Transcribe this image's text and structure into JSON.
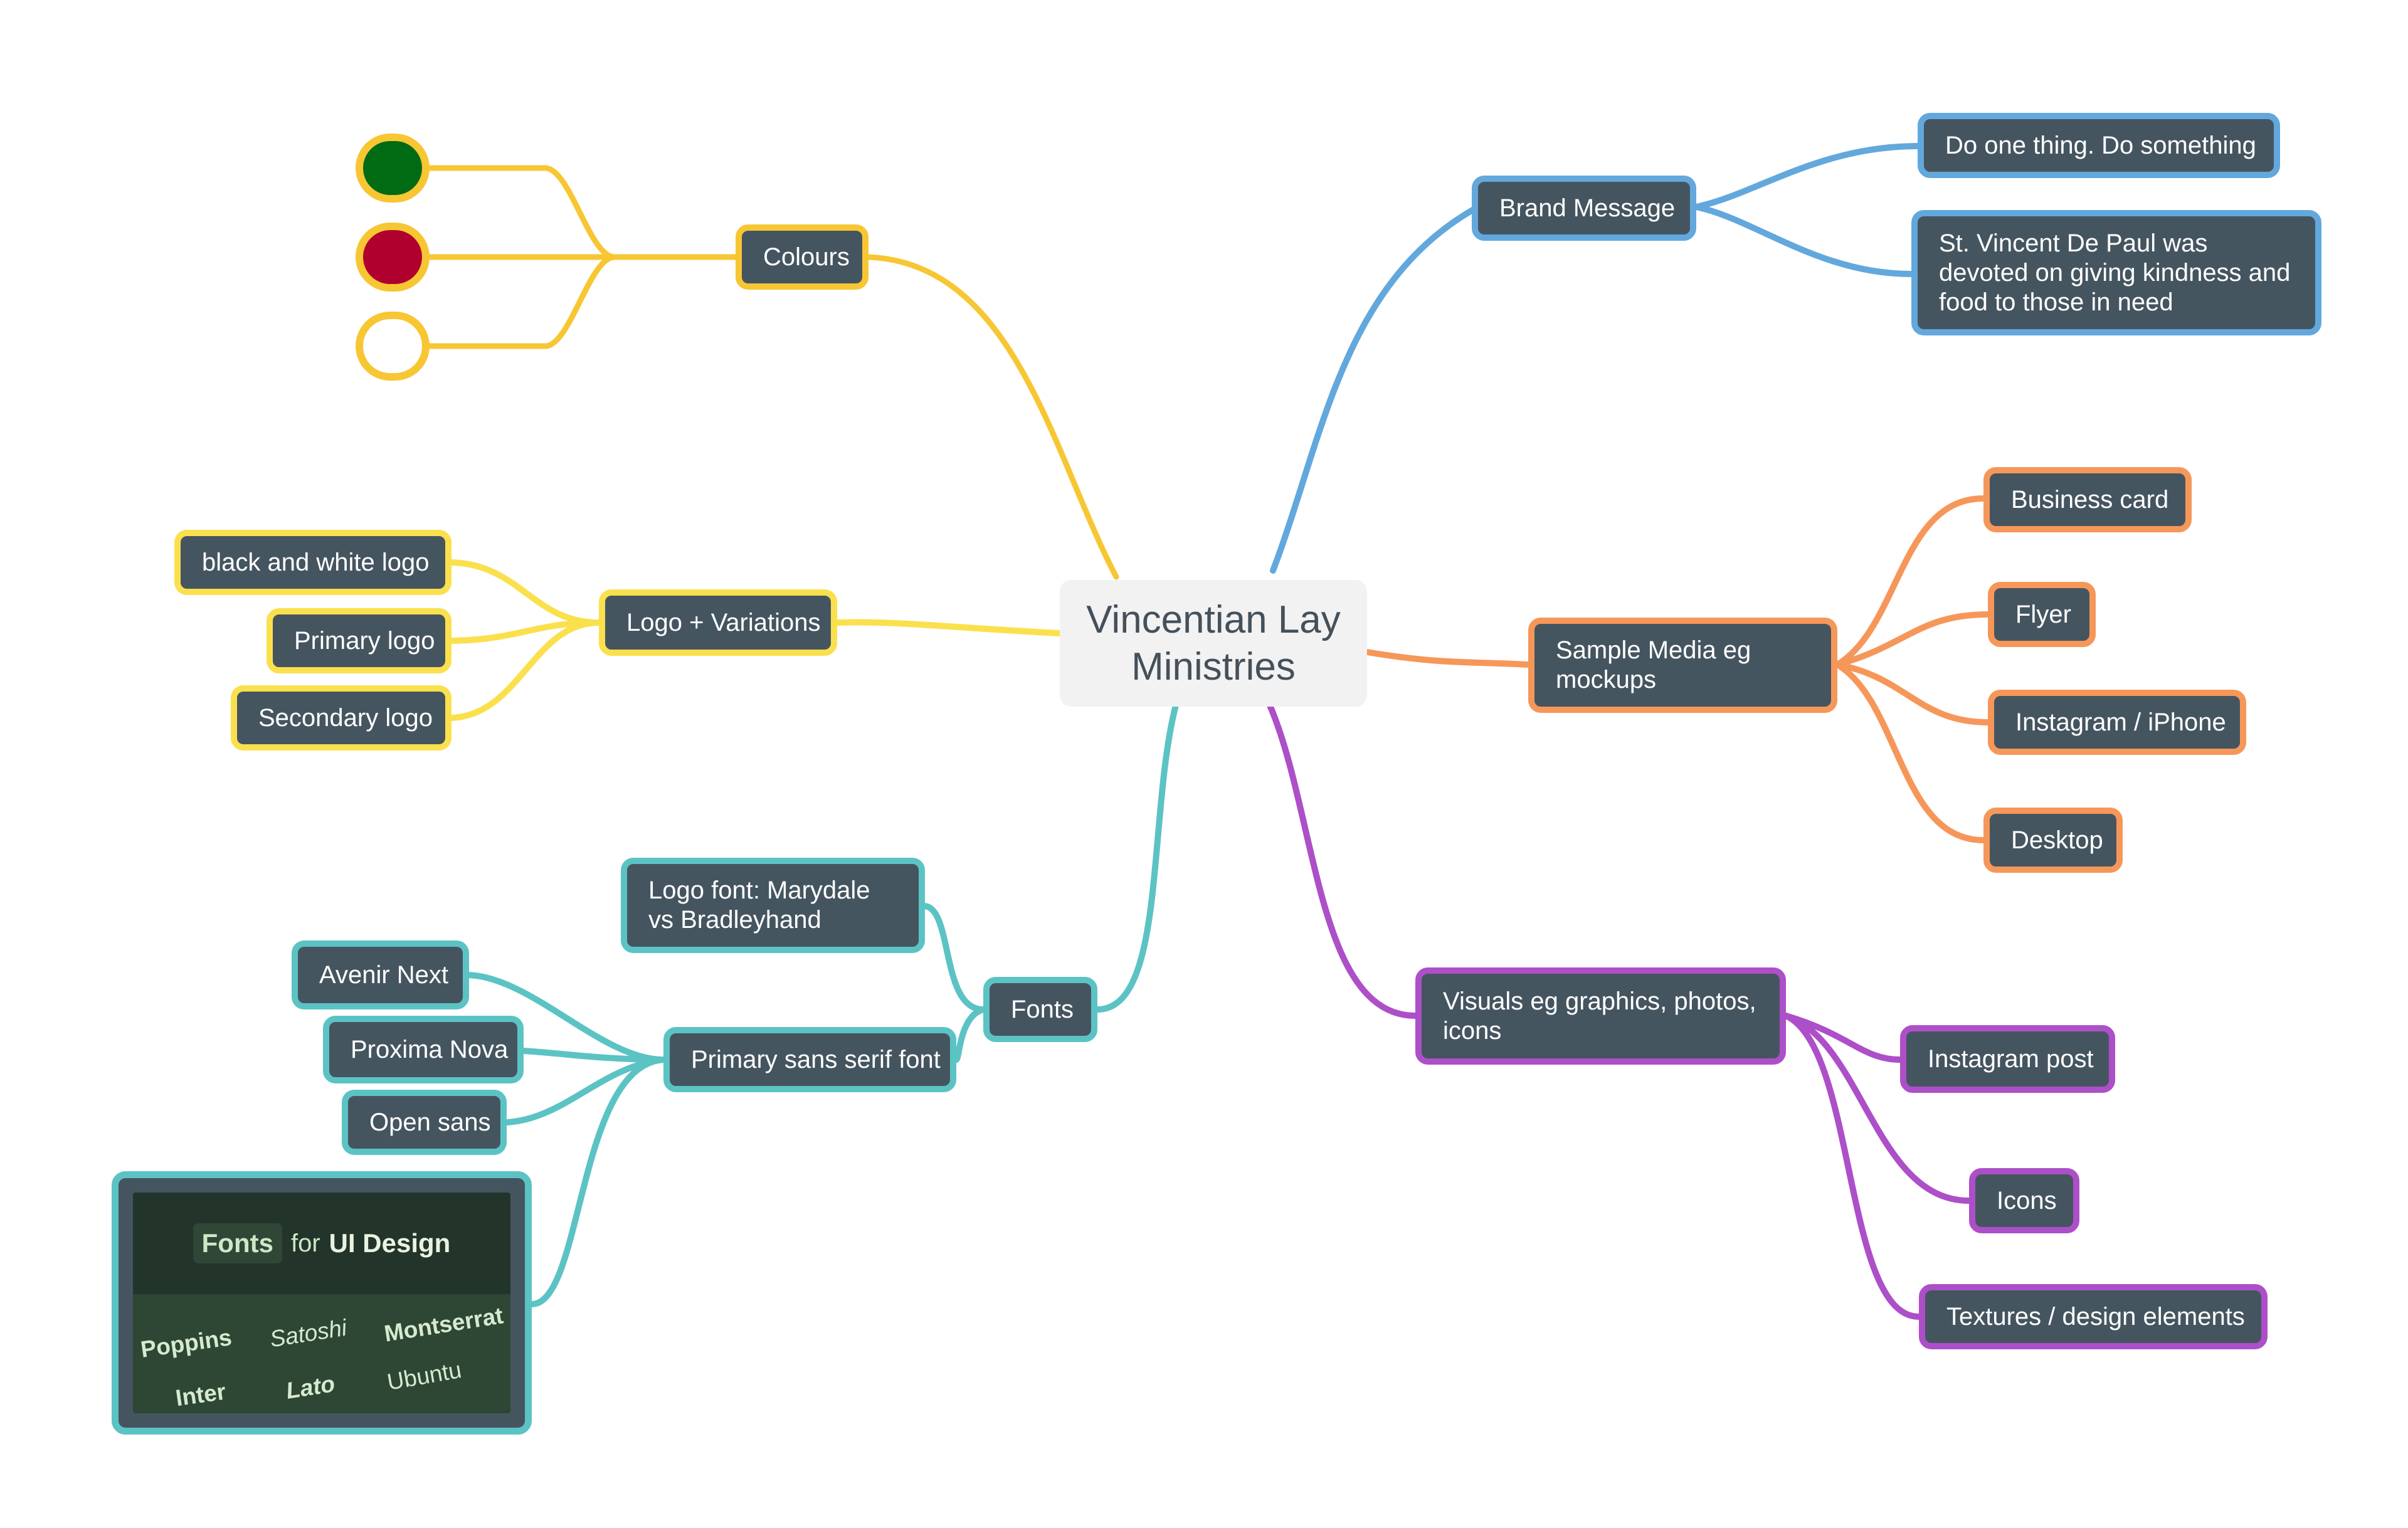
{
  "colors": {
    "brand": "#62a8dc",
    "sample_media": "#f6975a",
    "visuals": "#ad4fc8",
    "fonts": "#5cc3c4",
    "logo": "#fbe04e",
    "colours": "#f7c633",
    "node_fill": "#455560",
    "center_fill": "#f2f2f2",
    "swatch_green": "#006b12",
    "swatch_red": "#b0002e",
    "swatch_white": "#ffffff"
  },
  "central_topic": "Vincentian Lay Ministries",
  "branches": {
    "brand_message": {
      "label": "Brand Message",
      "children": [
        "Do one thing. Do something",
        "St. Vincent De Paul was devoted on giving kindness and food to those in need"
      ]
    },
    "sample_media": {
      "label": "Sample Media eg mockups",
      "children": [
        "Business card",
        "Flyer",
        "Instagram / iPhone",
        "Desktop"
      ]
    },
    "visuals": {
      "label": "Visuals eg graphics, photos, icons",
      "children": [
        "Instagram post",
        "Icons",
        "Textures / design elements"
      ]
    },
    "fonts": {
      "label": "Fonts",
      "logo_font": "Logo font: Marydale vs Bradleyhand",
      "primary": {
        "label": "Primary sans serif font",
        "children": [
          "Avenir Next",
          "Proxima Nova",
          "Open sans"
        ]
      },
      "image": {
        "heading_chip": "Fonts",
        "heading_for": "for",
        "heading_ui": "UI Design",
        "samples": [
          "Poppins",
          "Satoshi",
          "Montserrat",
          "Inter",
          "Lato",
          "Ubuntu"
        ]
      }
    },
    "logo": {
      "label": "Logo + Variations",
      "children": [
        "black and white logo",
        "Primary logo",
        "Secondary logo"
      ]
    },
    "colours": {
      "label": "Colours",
      "swatches": [
        "green",
        "red",
        "white"
      ]
    }
  }
}
